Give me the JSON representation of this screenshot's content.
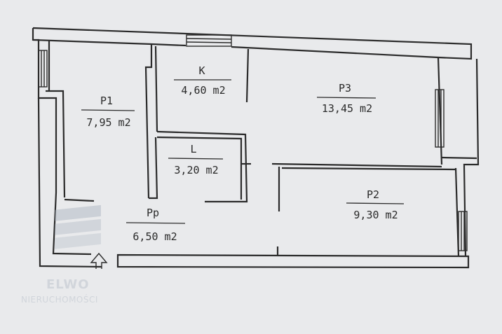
{
  "rooms": {
    "p1": {
      "name": "P1",
      "area": "7,95 m2"
    },
    "k": {
      "name": "K",
      "area": "4,60 m2"
    },
    "p3": {
      "name": "P3",
      "area": "13,45 m2"
    },
    "l": {
      "name": "L",
      "area": "3,20 m2"
    },
    "p2": {
      "name": "P2",
      "area": "9,30 m2"
    },
    "pp": {
      "name": "Pp",
      "area": "6,50 m2"
    }
  },
  "watermark": {
    "brand": "ELWO",
    "tagline": "NIERUCHOMOŚCI"
  },
  "icons": {
    "entrance": "up-arrow-icon",
    "logo": "elwo-logo-icon"
  }
}
